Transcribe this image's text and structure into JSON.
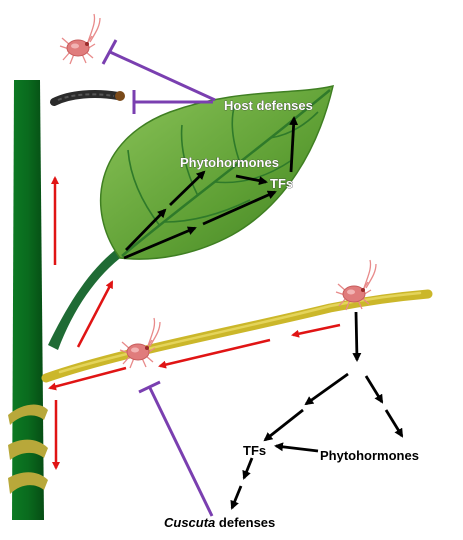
{
  "labels": {
    "host_defenses": "Host defenses",
    "phytohormones_leaf": "Phytohormones",
    "tfs_leaf": "TFs",
    "tfs_cuscuta": "TFs",
    "phytohormones_cuscuta": "Phytohormones",
    "cuscuta_word": "Cuscuta",
    "cuscuta_defenses_suffix": " defenses"
  },
  "colors": {
    "stem": "#0a6b1e",
    "leaf": "#6aaa3e",
    "leaf_vein": "#2f7a2a",
    "petiole": "#1f6b34",
    "cuscuta": "#cbb72a",
    "coil": "#b8a83a",
    "signal_arrow": "#e01414",
    "pathway_arrow": "#000000",
    "inhibit": "#7a3fb0",
    "mite": "#e07c7c",
    "caterpillar": "#2b2b2b"
  },
  "icons": {
    "mite": "spider-mite-icon",
    "caterpillar": "caterpillar-icon"
  }
}
